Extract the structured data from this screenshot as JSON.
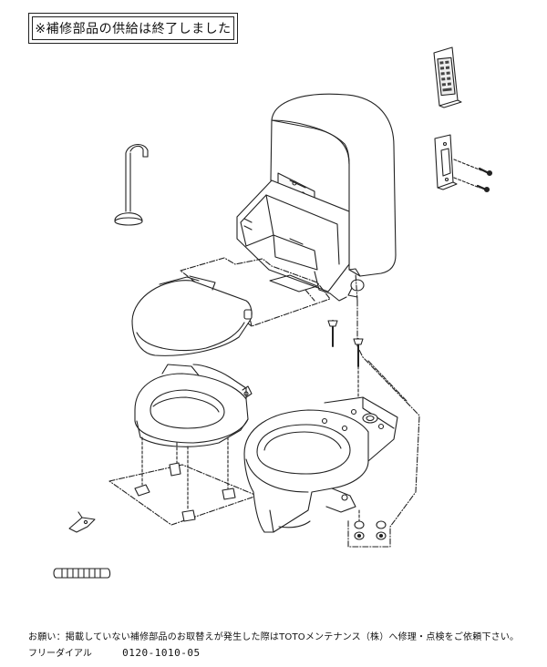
{
  "notice": {
    "text": "※補修部品の供給は終了しました"
  },
  "footer": {
    "request": "お願い：掲載していない補修部品のお取替えが発生した際はTOTOメンテナンス（株）へ修理・点検をご依頼下さい。",
    "freedial_label": "フリーダイアル",
    "freedial_number": "0120-1010-05"
  },
  "colors": {
    "line": "#222222",
    "paper": "#ffffff"
  }
}
